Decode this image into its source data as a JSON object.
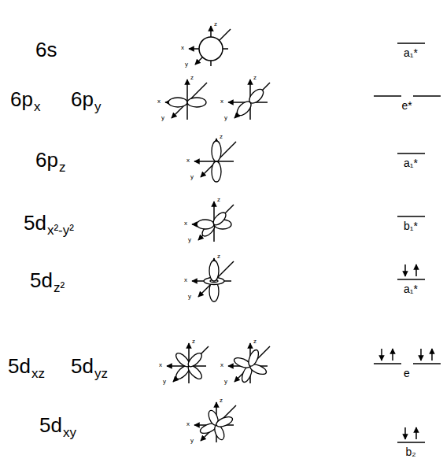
{
  "diagram": {
    "labels": [
      "6s",
      "a₁*",
      "6p",
      "x",
      "6p",
      "y",
      "e*",
      "6p",
      "z",
      "a₁*",
      "5d",
      "x²-y²",
      "b₁*",
      "5d",
      "z²",
      "a₁*",
      "5d",
      "xz",
      "5d",
      "yz",
      "e",
      "5d",
      "xy",
      "b₂",
      "z",
      "x",
      "y",
      "z",
      "x",
      "y",
      "z",
      "x",
      "y",
      "z",
      "x",
      "y",
      "z",
      "x",
      "y",
      "z",
      "x",
      "y",
      "z",
      "x",
      "y",
      "z",
      "x",
      "y",
      "z",
      "x",
      "y"
    ]
  }
}
